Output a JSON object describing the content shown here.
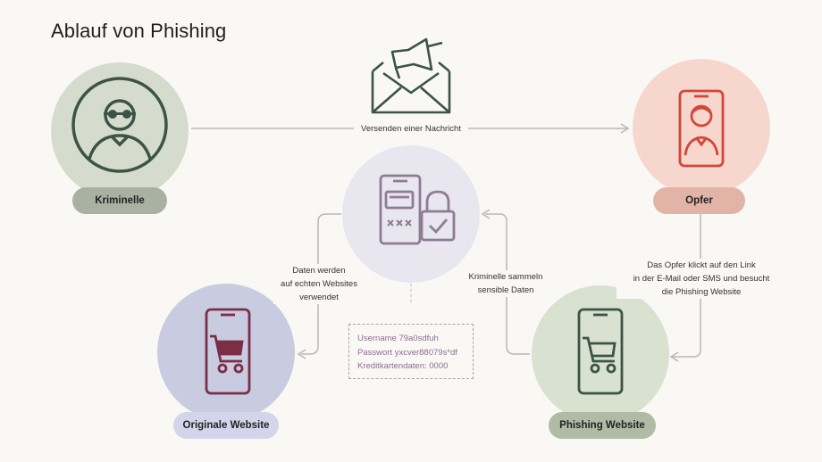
{
  "title": "Ablauf von Phishing",
  "nodes": {
    "kriminelle": "Kriminelle",
    "opfer": "Opfer",
    "originale": "Originale Website",
    "phishing": "Phishing Website"
  },
  "edges": {
    "nachricht": "Versenden einer Nachricht",
    "opfer_klickt": [
      "Das Opfer klickt auf den Link",
      "in der E-Mail oder SMS und besucht",
      "die Phishing Website"
    ],
    "sammeln": [
      "Kriminelle sammeln",
      "sensible Daten"
    ],
    "verwendet": [
      "Daten werden",
      "auf echten Websites",
      "verwendet"
    ]
  },
  "credentials": [
    "Username 79a0sdfuh",
    "Passwort yxcver88079s*df",
    "Kreditkartendaten: 0000"
  ],
  "icons": {
    "kriminelle": "masked-person-icon",
    "mail": "envelope-megaphone-icon",
    "opfer": "phone-person-icon",
    "data": "phone-lock-icon",
    "originale": "phone-cart-icon",
    "phishing": "phone-cart-icon"
  },
  "colors": {
    "kriminelle_circle": "#d6dccd",
    "kriminelle_pill": "#a9b2a0",
    "opfer_circle": "#f7d6cd",
    "opfer_pill": "#e2b3a7",
    "data_circle": "#e8e6ee",
    "originale_circle": "#c9cbe0",
    "originale_pill": "#d4d5ea",
    "phishing_circle": "#d9e1d0",
    "phishing_pill": "#b0bba6",
    "dark_green": "#3b5446",
    "red": "#d3473a",
    "purple": "#8e7c95",
    "maroon": "#7a2f45"
  }
}
